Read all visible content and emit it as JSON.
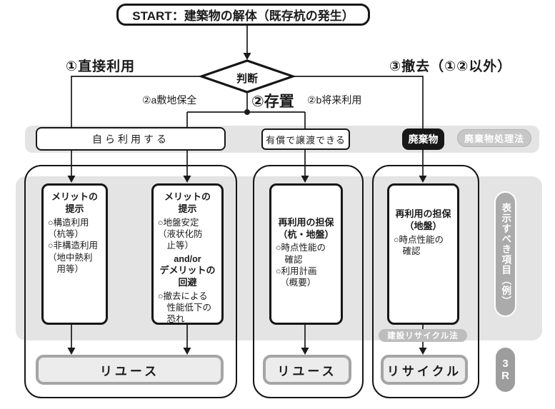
{
  "start": {
    "label": "START：建築物の解体（既存杭の発生）"
  },
  "decision": {
    "label": "判断"
  },
  "branches": {
    "direct_use": "①直接利用",
    "preserve": "②存置",
    "preserve_a": "②a敷地保全",
    "preserve_b": "②b将来利用",
    "removal": "③撤去（①②以外）"
  },
  "middle_row": {
    "self_use": "自ら利用する",
    "transfer": "有償で譲渡できる",
    "waste": "廃棄物",
    "waste_law": "廃棄物処理法"
  },
  "boxes": {
    "merit1": {
      "title": "メリットの\n提示",
      "body": "○構造利用\n（杭等）\n○非構造利用\n（地中熱利\n　用等）"
    },
    "merit2": {
      "title": "メリットの\n提示",
      "body": "○地盤安定\n（液状化防\n　止等）",
      "connector": "and/or",
      "title2": "デメリットの\n回避",
      "body2": "○撤去による\n　性能低下の\n　恐れ"
    },
    "guarantee1": {
      "title": "再利用の担保\n（杭・地盤）",
      "body": "○時点性能の\n　確認\n○利用計画\n　（概要）"
    },
    "guarantee2": {
      "title": "再利用の担保\n（地盤）",
      "body": "○時点性能の\n　確認"
    }
  },
  "side_labels": {
    "display_items": "表示すべき項目（例）",
    "recycle_law": "建設リサイクル法",
    "r3": "3\nR"
  },
  "outcomes": {
    "reuse_left": "リユース",
    "reuse_mid": "リユース",
    "recycle": "リサイクル"
  },
  "colors": {
    "band_gray": "#e4e4e4",
    "line_black": "#1a1a1a",
    "waste_black": "#171717",
    "pill_gray": "#c7c7c7",
    "capsule_gray": "#ababab",
    "r3_gray": "#9d9d9d",
    "outcome_border": "#a5a5a5",
    "outcome_fill": "#ececec"
  }
}
